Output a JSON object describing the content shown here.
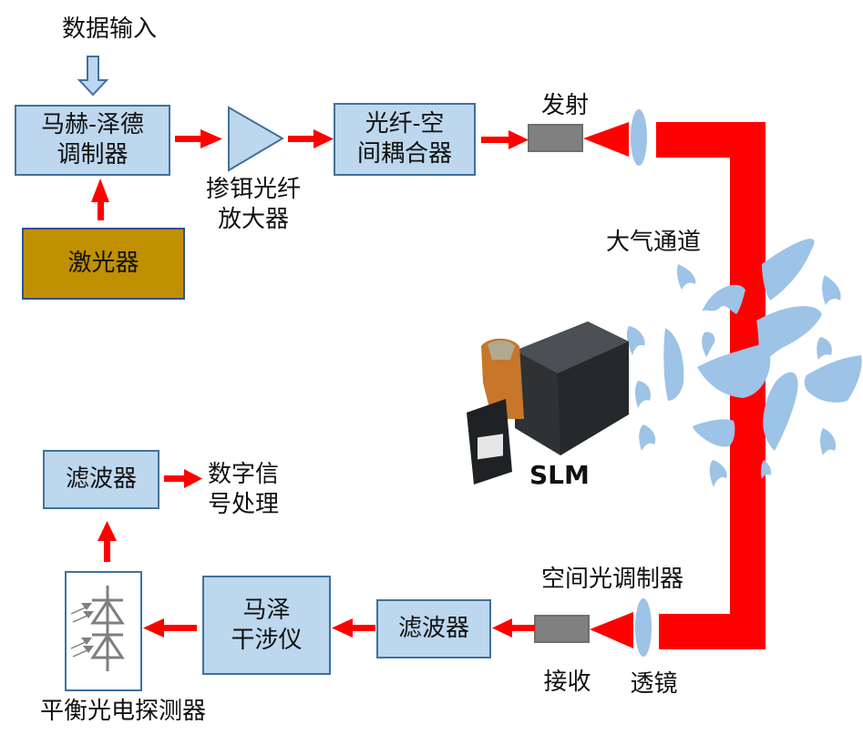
{
  "diagram": {
    "title": "自由空间光通信系统框图",
    "transmitter": {
      "data_input": "数据输入",
      "modulator": "马赫-泽德\n调制器",
      "laser": "激光器",
      "amplifier": "掺铒光纤\n放大器",
      "coupler": "光纤-空\n间耦合器",
      "transmit": "发射"
    },
    "channel": {
      "atmosphere": "大气通道",
      "slm_label": "SLM",
      "slm_caption": "空间光调制器"
    },
    "receiver": {
      "receive": "接收",
      "lens": "透镜",
      "filter_rx": "滤波器",
      "mzi": "马泽\n干涉仪",
      "detector": "平衡光电探测器",
      "filter_out": "滤波器",
      "dsp": "数字信\n号处理"
    },
    "colors": {
      "box_fill": "#bdd7ee",
      "box_border": "#41719c",
      "laser_fill": "#bf9000",
      "beam": "#ff0000",
      "lens": "#9dc3e6",
      "terminal": "#808080",
      "turbulence": "#9dc3e6"
    }
  }
}
